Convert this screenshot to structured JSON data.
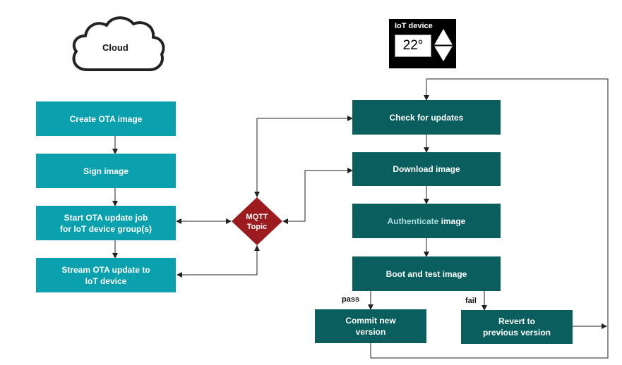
{
  "cloud": {
    "label": "Cloud"
  },
  "iot_widget": {
    "title": "IoT device",
    "temperature": "22°"
  },
  "cloud_steps": [
    "Create OTA image",
    "Sign image",
    "Start OTA update job\nfor IoT device group(s)",
    "Stream OTA update to\nIoT device"
  ],
  "mqtt": {
    "line1": "MQTT",
    "line2": "Topic"
  },
  "device_steps": {
    "check": "Check for updates",
    "download": "Download image",
    "authenticate_word": "Authenticate",
    "authenticate_rest": " image",
    "boot": "Boot and test image",
    "commit": "Commit new\nversion",
    "revert": "Revert to\nprevious version"
  },
  "branch_labels": {
    "pass": "pass",
    "fail": "fail"
  },
  "colors": {
    "cloud_box": "#0aa0ad",
    "device_box": "#0a5e5e",
    "mqtt": "#9b1b1f",
    "widget_bg": "#000000"
  }
}
